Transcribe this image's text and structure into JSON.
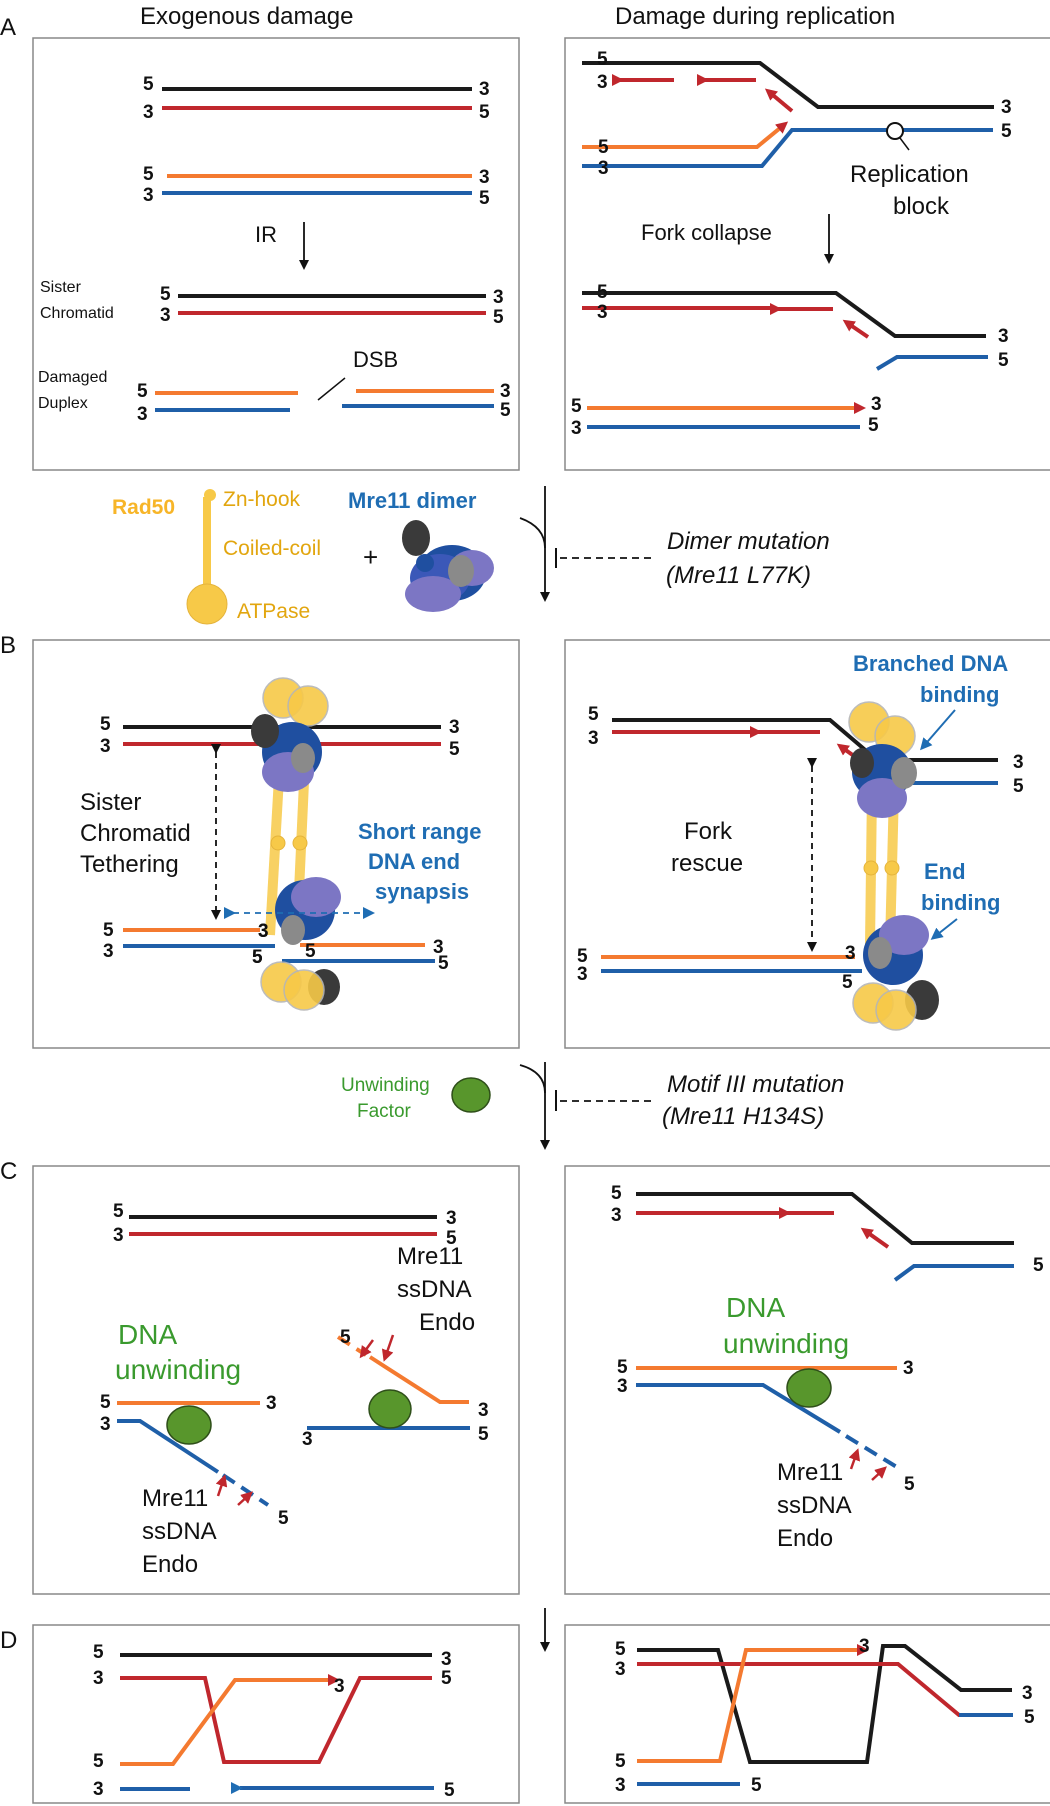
{
  "colors": {
    "black_strand": "#1a1a1a",
    "red_strand": "#c0272d",
    "orange_strand": "#f47a30",
    "blue_strand": "#1f5fa8",
    "rad50": "#f7c948",
    "rad50_text": "#e2a60f",
    "mre11_text": "#1f6db3",
    "mre11_purple": "#7c76c4",
    "mre11_blue": "#1f4fa0",
    "mre11_grey": "#6e6e6e",
    "green": "#58962c",
    "green_text": "#3a9a2e",
    "panel_border": "#888888"
  },
  "headers": {
    "left": "Exogenous damage",
    "right": "Damage during replication"
  },
  "panel_letters": {
    "a": "A",
    "b": "B",
    "c": "C",
    "d": "D"
  },
  "panel_a": {
    "ir": "IR",
    "sister_1": "Sister",
    "sister_2": "Chromatid",
    "damaged_1": "Damaged",
    "damaged_2": "Duplex",
    "dsb": "DSB",
    "replication_block_1": "Replication",
    "replication_block_2": "block",
    "fork_collapse": "Fork collapse"
  },
  "legend": {
    "rad50": "Rad50",
    "zn_hook": "Zn-hook",
    "coiled_coil": "Coiled-coil",
    "atpase": "ATPase",
    "plus": "+",
    "mre11_dimer": "Mre11 dimer",
    "dimer_mutation": "Dimer mutation",
    "dimer_mutation_detail": "(Mre11 L77K)"
  },
  "panel_b": {
    "tethering_1": "Sister",
    "tethering_2": "Chromatid",
    "tethering_3": "Tethering",
    "synapsis_1": "Short range",
    "synapsis_2": "DNA end",
    "synapsis_3": "synapsis",
    "fork_rescue_1": "Fork",
    "fork_rescue_2": "rescue",
    "branched_1": "Branched DNA",
    "branched_2": "binding",
    "end_binding_1": "End",
    "end_binding_2": "binding"
  },
  "unwinding": {
    "factor_1": "Unwinding",
    "factor_2": "Factor",
    "motif_mutation": "Motif III mutation",
    "motif_mutation_detail": "(Mre11 H134S)"
  },
  "panel_c": {
    "dna_unwinding_1": "DNA",
    "dna_unwinding_2": "unwinding",
    "endo_1": "Mre11",
    "endo_2": "ssDNA",
    "endo_3": "Endo"
  },
  "ends": {
    "five": "5",
    "three": "3"
  }
}
